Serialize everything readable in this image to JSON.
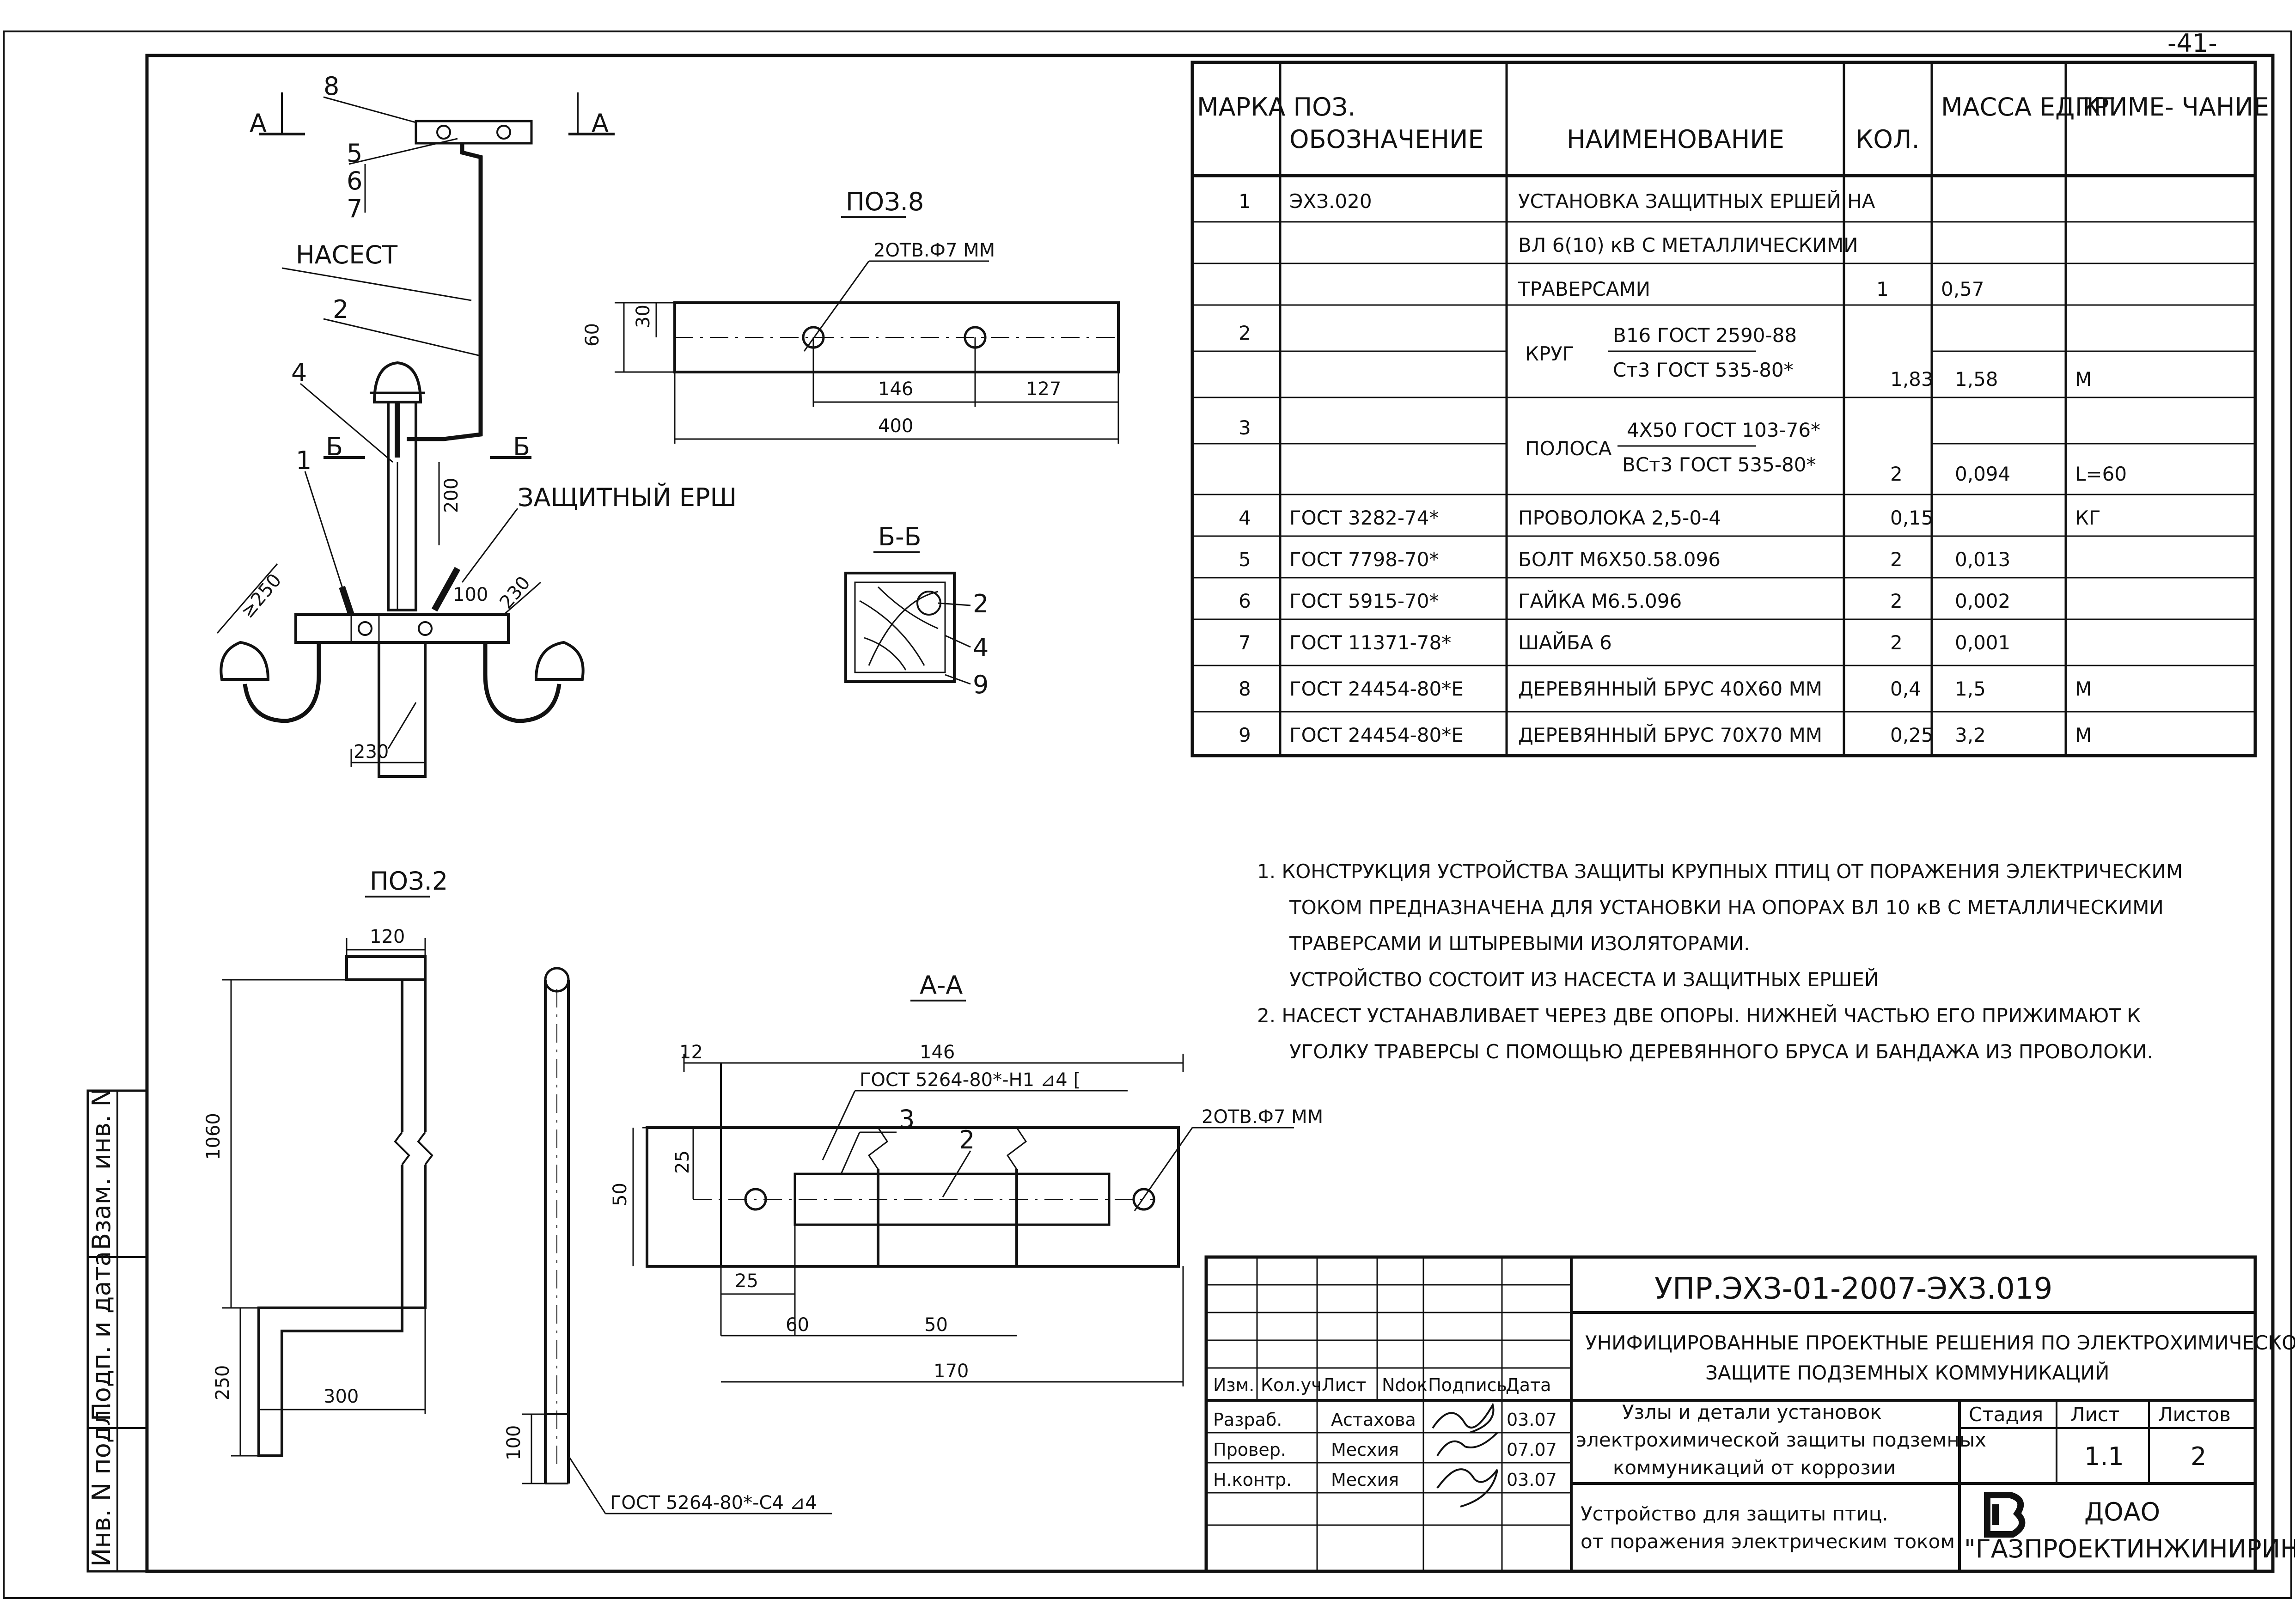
{
  "sheet_number": "-41-",
  "view_labels": {
    "section_aa_mark": "А",
    "section_bb_mark": "Б",
    "section_aa": "А-А",
    "section_bb": "Б-Б",
    "poz8": "ПОЗ.8",
    "poz2": "ПОЗ.2"
  },
  "main_view": {
    "callouts": [
      "8",
      "5",
      "6",
      "7",
      "2",
      "4",
      "1",
      "НАСЕСТ",
      "ЗАЩИТНЫЙ ЕРШ"
    ],
    "dims": {
      "d200": "200",
      "d250": "≥250",
      "d230a": "230",
      "d100": "100",
      "d230b": "230"
    }
  },
  "poz8_view": {
    "holes": "2ОТВ.Ф7 ММ",
    "d60": "60",
    "d30": "30",
    "d146": "146",
    "d127": "127",
    "d400": "400"
  },
  "bb_view": {
    "callouts": [
      "2",
      "4",
      "9"
    ]
  },
  "poz2_view": {
    "d120": "120",
    "d1060": "1060",
    "d250": "250",
    "d300": "300",
    "d100": "100",
    "weld": "ГОСТ 5264-80*-С4   ⊿4"
  },
  "aa_view": {
    "d12": "12",
    "d146": "146",
    "weld": "ГОСТ 5264-80*-Н1  ⊿4  [",
    "holes": "2ОТВ.Ф7 ММ",
    "c3": "3",
    "c2": "2",
    "d25a": "25",
    "d50": "50",
    "d25b": "25",
    "d60": "60",
    "d50b": "50",
    "d170": "170"
  },
  "spec_table": {
    "headers": {
      "pos": "МАРКА ПОЗ.",
      "designation": "ОБОЗНАЧЕНИЕ",
      "name": "НАИМЕНОВАНИЕ",
      "qty": "КОЛ.",
      "mass": "МАССА ЕД.КГ",
      "note": "ПРИМЕ- ЧАНИЕ"
    },
    "rows": [
      {
        "pos": "1",
        "designation": "ЭХЗ.020",
        "name": "УСТАНОВКА ЗАЩИТНЫХ ЕРШЕЙ НА",
        "qty": "",
        "mass": "",
        "note": ""
      },
      {
        "pos": "",
        "designation": "",
        "name": "ВЛ 6(10) кВ С МЕТАЛЛИЧЕСКИМИ",
        "qty": "",
        "mass": "",
        "note": ""
      },
      {
        "pos": "",
        "designation": "",
        "name": "ТРАВЕРСАМИ",
        "qty": "1",
        "mass": "0,57",
        "note": ""
      },
      {
        "pos": "2",
        "designation": "",
        "name": "КРУГ",
        "name_top": "В16 ГОСТ 2590-88",
        "name_bottom": "Ст3 ГОСТ 535-80*",
        "qty": "1,83",
        "mass": "1,58",
        "note": "М"
      },
      {
        "pos": "3",
        "designation": "",
        "name": "ПОЛОСА",
        "name_top": "4Х50 ГОСТ 103-76*",
        "name_bottom": "ВСт3 ГОСТ 535-80*",
        "qty": "2",
        "mass": "0,094",
        "note": "L=60"
      },
      {
        "pos": "4",
        "designation": "ГОСТ 3282-74*",
        "name": "ПРОВОЛОКА 2,5-0-4",
        "qty": "0,15",
        "mass": "",
        "note": "КГ"
      },
      {
        "pos": "5",
        "designation": "ГОСТ 7798-70*",
        "name": "БОЛТ М6Х50.58.096",
        "qty": "2",
        "mass": "0,013",
        "note": ""
      },
      {
        "pos": "6",
        "designation": "ГОСТ 5915-70*",
        "name": "ГАЙКА М6.5.096",
        "qty": "2",
        "mass": "0,002",
        "note": ""
      },
      {
        "pos": "7",
        "designation": "ГОСТ 11371-78*",
        "name": "ШАЙБА 6",
        "qty": "2",
        "mass": "0,001",
        "note": ""
      },
      {
        "pos": "8",
        "designation": "ГОСТ 24454-80*Е",
        "name": "ДЕРЕВЯННЫЙ БРУС 40Х60 ММ",
        "qty": "0,4",
        "mass": "1,5",
        "note": "М"
      },
      {
        "pos": "9",
        "designation": "ГОСТ 24454-80*Е",
        "name": "ДЕРЕВЯННЫЙ БРУС 70Х70 ММ",
        "qty": "0,25",
        "mass": "3,2",
        "note": "М"
      }
    ]
  },
  "notes": [
    "1. КОНСТРУКЦИЯ УСТРОЙСТВА ЗАЩИТЫ КРУПНЫХ ПТИЦ ОТ ПОРАЖЕНИЯ ЭЛЕКТРИЧЕСКИМ",
    "ТОКОМ ПРЕДНАЗНАЧЕНА ДЛЯ УСТАНОВКИ НА ОПОРАХ ВЛ 10 кВ С МЕТАЛЛИЧЕСКИМИ",
    "ТРАВЕРСАМИ И ШТЫРЕВЫМИ ИЗОЛЯТОРАМИ.",
    "УСТРОЙСТВО СОСТОИТ ИЗ НАСЕСТА И ЗАЩИТНЫХ ЕРШЕЙ",
    "2. НАСЕСТ УСТАНАВЛИВАЕТ ЧЕРЕЗ ДВЕ ОПОРЫ. НИЖНЕЙ ЧАСТЬЮ ЕГО ПРИЖИМАЮТ К",
    "УГОЛКУ ТРАВЕРСЫ С ПОМОЩЬЮ ДЕРЕВЯННОГО БРУСА И БАНДАЖА ИЗ ПРОВОЛОКИ."
  ],
  "side_stamp": {
    "c1": "Инв. N подл.",
    "c2": "Подп. и дата",
    "c3": "Взам. инв. N"
  },
  "title_block": {
    "code": "УПР.ЭХЗ-01-2007-ЭХЗ.019",
    "title_line1": "УНИФИЦИРОВАННЫЕ ПРОЕКТНЫЕ РЕШЕНИЯ ПО ЭЛЕКТРОХИМИЧЕСКОЙ",
    "title_line2": "ЗАЩИТЕ ПОДЗЕМНЫХ КОММУНИКАЦИЙ",
    "col_headers": [
      "Изм.",
      "Кол.уч",
      "Лист",
      "Ndок",
      "Подпись",
      "Дата"
    ],
    "section_line1": "Узлы и детали установок",
    "section_line2": "электрохимической защиты подземных",
    "section_line3": "коммуникаций от коррозии",
    "sheet_title1": "Устройство для защиты птиц.",
    "sheet_title2": "от поражения электрическим током",
    "stage_label": "Стадия",
    "sheet_label": "Лист",
    "sheets_label": "Листов",
    "sheet": "1.1",
    "sheets": "2",
    "org_line1": "ДОАО",
    "org_line2": "\"ГАЗПРОЕКТИНЖИНИРИНГ\"",
    "staff": [
      {
        "role": "Разраб.",
        "name": "Астахова",
        "date": "03.07"
      },
      {
        "role": "Провер.",
        "name": "Месхия",
        "date": "07.07"
      },
      {
        "role": "Н.контр.",
        "name": "Месхия",
        "date": "03.07"
      }
    ]
  }
}
